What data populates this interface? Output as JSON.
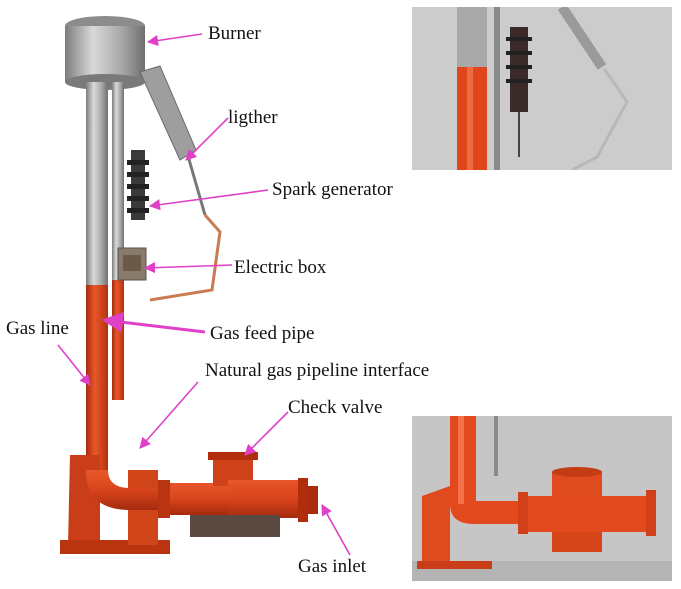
{
  "labels": {
    "burner": "Burner",
    "lighter": "ligther",
    "spark_generator": "Spark generator",
    "electric_box": "Electric box",
    "gas_line": "Gas line",
    "gas_feed_pipe": "Gas feed pipe",
    "pipeline_interface": "Natural gas pipeline interface",
    "check_valve": "Check valve",
    "gas_inlet": "Gas inlet"
  },
  "colors": {
    "arrow": "#e040c8",
    "pipe_red": "#d8441c",
    "steel": "#a6a6a6",
    "photo_bg": "#c9c9c9"
  }
}
